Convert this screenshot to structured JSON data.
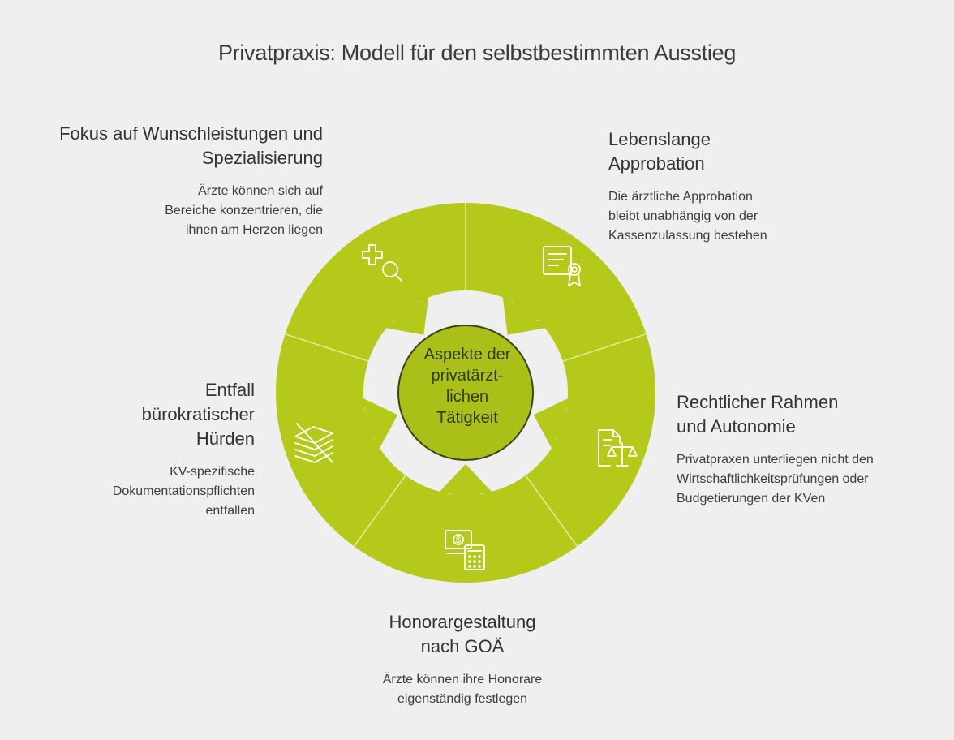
{
  "title": "Privatpraxis: Modell für den selbstbestimmten Ausstieg",
  "center": {
    "lines": [
      "Aspekte der",
      "privatärzt-",
      "lichen",
      "Tätigkeit"
    ]
  },
  "colors": {
    "ring": "#b5c91a",
    "center_fill": "#aac018",
    "center_stroke": "#3a4410",
    "divider": "#e4ec9a",
    "icon_stroke": "#ffffff",
    "background": "#efefef"
  },
  "segments": [
    {
      "id": "fokus",
      "icon": "medical-search-icon",
      "heading_lines": [
        "Fokus auf Wunschleistungen und",
        "Spezialisierung"
      ],
      "description_lines": [
        "Ärzte können sich auf",
        "Bereiche konzentrieren, die",
        "ihnen am Herzen liegen"
      ]
    },
    {
      "id": "approbation",
      "icon": "certificate-icon",
      "heading_lines": [
        "Lebenslange",
        "Approbation"
      ],
      "description_lines": [
        "Die ärztliche Approbation",
        "bleibt unabhängig von der",
        "Kassenzulassung bestehen"
      ]
    },
    {
      "id": "rahmen",
      "icon": "legal-document-scale-icon",
      "heading_lines": [
        "Rechtlicher Rahmen",
        "und Autonomie"
      ],
      "description_lines": [
        "Privatpraxen unterliegen nicht den",
        "Wirtschaftlichkeitsprüfungen oder",
        "Budgetierungen der KVen"
      ]
    },
    {
      "id": "honorar",
      "icon": "money-calculator-icon",
      "heading_lines": [
        "Honorargestaltung",
        "nach GOÄ"
      ],
      "description_lines": [
        "Ärzte können ihre Honorare",
        "eigenständig festlegen"
      ]
    },
    {
      "id": "buerokratie",
      "icon": "no-paperwork-icon",
      "heading_lines": [
        "Entfall",
        "bürokratischer",
        "Hürden"
      ],
      "description_lines": [
        "KV-spezifische",
        "Dokumentationspflichten",
        "entfallen"
      ]
    }
  ]
}
